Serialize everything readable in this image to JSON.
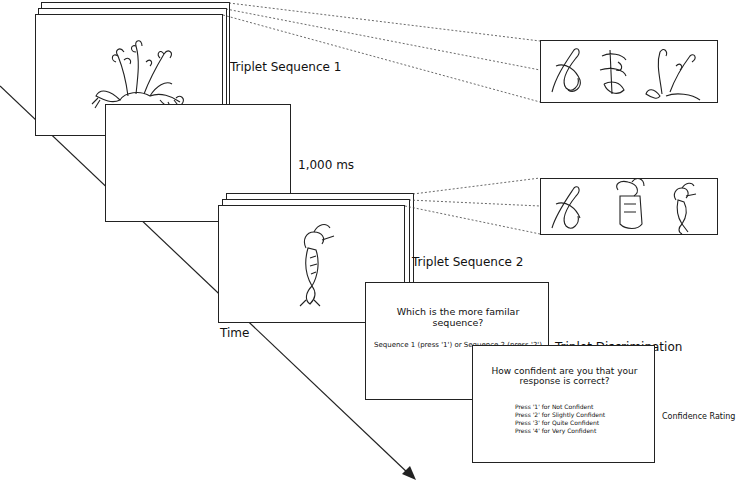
{
  "diagram": {
    "nodes": [
      {
        "text": [
          "Triplet Sequence 1"
        ]
      },
      {
        "text": [
          "1,000 ms"
        ]
      },
      {
        "text": [
          "Triplet Sequence 2"
        ]
      },
      {
        "text": [
          "Which is the more familar sequence?",
          "Sequence 1 (press '1') or Sequence 2 (press '2')",
          "Triplet Discrimination"
        ]
      },
      {
        "text": [
          "How confident are you that your response is correct?",
          "Press '1' for Not Confident",
          "Press '2' for Slightly Confident",
          "Press '3' for Quite Confident",
          "Press '4' for Very Confident",
          "Confidence Rating"
        ]
      }
    ],
    "labels": [
      "Time"
    ]
  }
}
